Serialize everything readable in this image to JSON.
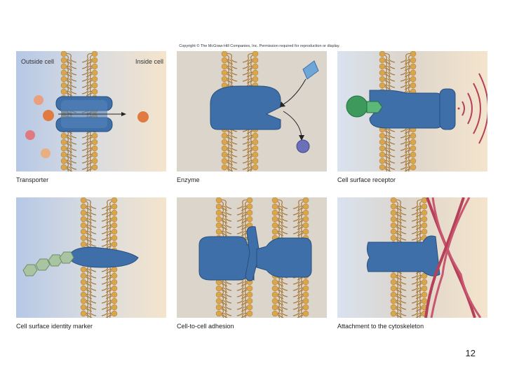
{
  "header": {
    "copyright": "Copyright © The McGraw-Hill Companies, Inc. Permission required for reproduction or display."
  },
  "panels": [
    {
      "caption": "Transporter",
      "label_outside": "Outside cell",
      "label_inside": "Inside cell"
    },
    {
      "caption": "Enzyme"
    },
    {
      "caption": "Cell surface receptor"
    },
    {
      "caption": "Cell surface identity marker"
    },
    {
      "caption": "Cell-to-cell adhesion"
    },
    {
      "caption": "Attachment to the cytoskeleton"
    }
  ],
  "footer": {
    "page_number": "12"
  },
  "colors": {
    "outside_bg": "#bccce6",
    "inside_bg": "#f3e3cc",
    "head": "#d9a64e",
    "tail": "#a77a3a",
    "protein": "#3f6fa8",
    "protein_dark": "#26507f",
    "cytoskeleton": "#b5405a",
    "marker": "#a8c4a0",
    "ligand": "#3d9a5c"
  }
}
